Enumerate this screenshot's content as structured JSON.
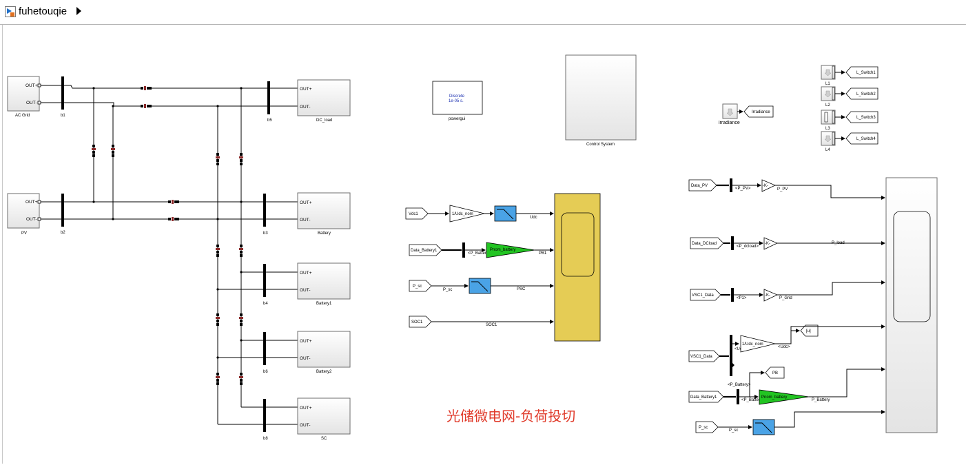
{
  "breadcrumb": {
    "model": "fuhetouqie",
    "expand_icon": "triangle-right-icon"
  },
  "caption": "光储微电网-负荷投切",
  "labels": {
    "ac_grid": "AC Grid",
    "pv": "PV",
    "dc_load": "DC_load",
    "battery": "Battery",
    "battery1": "Battery1",
    "battery2": "Battery2",
    "sc": "SC",
    "b1": "b1",
    "b2": "b2",
    "b3": "b3",
    "b4": "b4",
    "b5": "b5",
    "b6": "b6",
    "b8": "b8",
    "out_plus": "OUT+",
    "out_minus": "OUT-",
    "powergui": "powergui",
    "discrete": "Discrete",
    "sample": "1e-05 s.",
    "control_system": "Control System",
    "irradiance": "irradiance",
    "irradiance_tag": "Irradiance",
    "L1": "L1",
    "L2": "L2",
    "L3": "L3",
    "L4": "L4",
    "l_switch1": "L_Switch1",
    "l_switch2": "L_Switch2",
    "l_switch3": "L_Switch3",
    "l_switch4": "L_Switch4",
    "vdc1": "Vdc1",
    "gain_udc": "1/Udc_nom",
    "udc": "Udc",
    "data_battery1": "Data_Battery1",
    "sel_p_battery": "<P_Battery",
    "pnom_battery": "Pnom_battery",
    "pb1": "PB1",
    "p_sc": "P_sc",
    "psc": "PSC",
    "soc1": "SOC1",
    "data_pv": "Data_PV",
    "sel_p_pv": "<P_PV>",
    "k": "-K-",
    "p_pv": "P_PV",
    "data_dcload": "Data_DCload",
    "sel_p_dcload": "<P_dcload>",
    "p_load": "P_load",
    "vsc1_data": "VSC1_Data",
    "sel_p1": "<P1>",
    "p_grid": "P_Grid",
    "sel_udc": "<Udc>",
    "u_display": "[u]",
    "pb": "PB",
    "sel_p_battery_full": "<P_Battery>",
    "p_battery": "P_Battery"
  },
  "colors": {
    "caption": "#e03a2a",
    "green_gain": "#22c422",
    "blue_filter": "#4aa3e6",
    "yellow_scope": "#e5cc55"
  }
}
